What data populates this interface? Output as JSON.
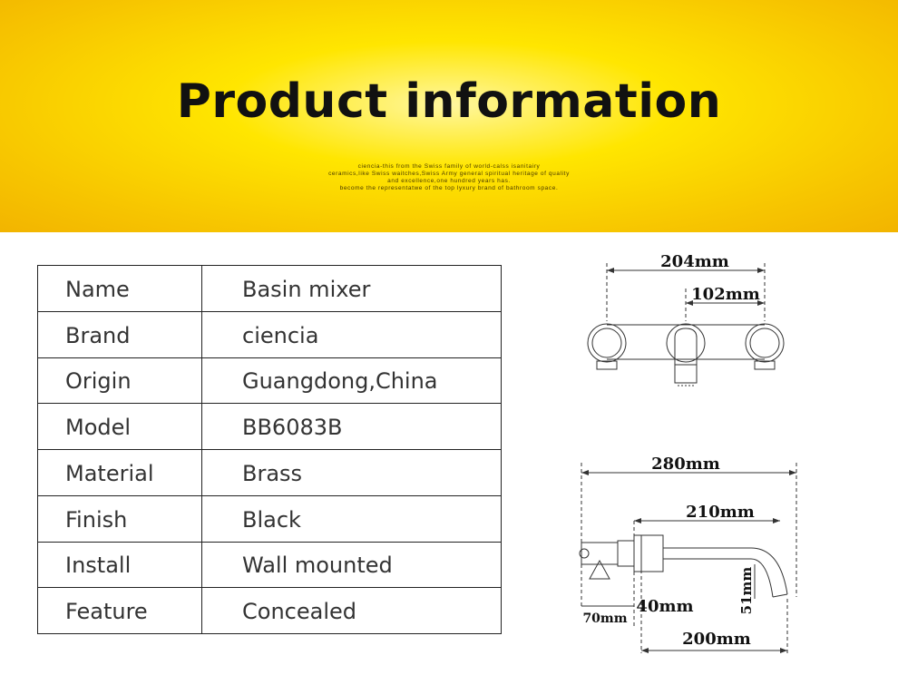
{
  "banner": {
    "title": "Product information",
    "subtitle_lines": [
      "ciencia-this from the Swiss family of world-calss isanitairy",
      "ceramics,like Swiss waitches,Swiss Army general spiritual heritage of quality",
      "and excellence,one hundred years has.",
      "become the representatwe of the top lyxury brand of bathroom space."
    ]
  },
  "specs": [
    {
      "label": "Name",
      "value": "Basin mixer"
    },
    {
      "label": "Brand",
      "value": "ciencia"
    },
    {
      "label": "Origin",
      "value": "Guangdong,China"
    },
    {
      "label": "Model",
      "value": "BB6083B"
    },
    {
      "label": "Material",
      "value": "Brass"
    },
    {
      "label": "Finish",
      "value": "Black"
    },
    {
      "label": "Install",
      "value": "Wall mounted"
    },
    {
      "label": "Feature",
      "value": "Concealed"
    }
  ],
  "front_view": {
    "total_width": "204mm",
    "center_to_right": "102mm"
  },
  "side_view": {
    "total_length": "280mm",
    "spout_length": "210mm",
    "spout_drop": "51mm",
    "body_depth": "70mm",
    "plate_offset": "40mm",
    "wall_to_tip": "200mm"
  }
}
